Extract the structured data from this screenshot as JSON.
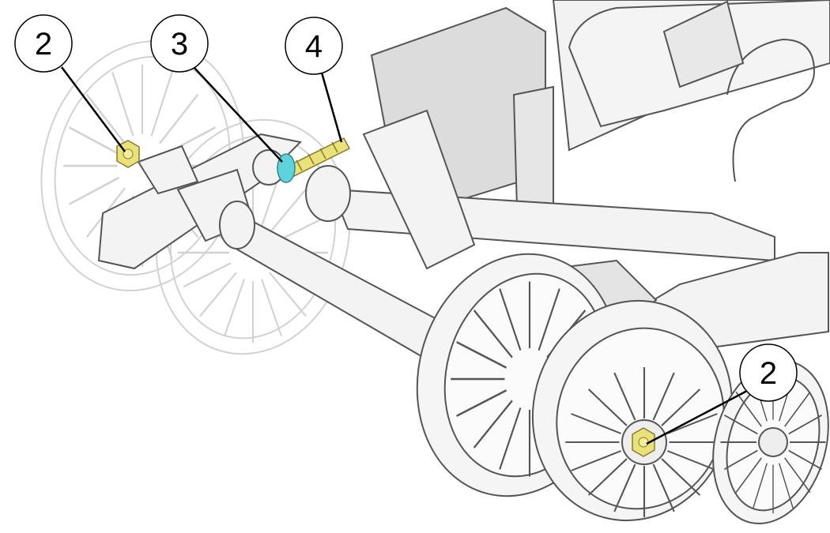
{
  "diagram": {
    "callouts": [
      {
        "id": "callout-2-left",
        "label": "2"
      },
      {
        "id": "callout-3",
        "label": "3"
      },
      {
        "id": "callout-4",
        "label": "4"
      },
      {
        "id": "callout-2-right",
        "label": "2"
      }
    ],
    "colors": {
      "nut": "#e9e27a",
      "washer": "#5fd3dc",
      "line": "#555555",
      "part_fill": "#f2f2f2",
      "ghost_line": "#cfcfcf",
      "plate": "#dcdcdc"
    }
  }
}
